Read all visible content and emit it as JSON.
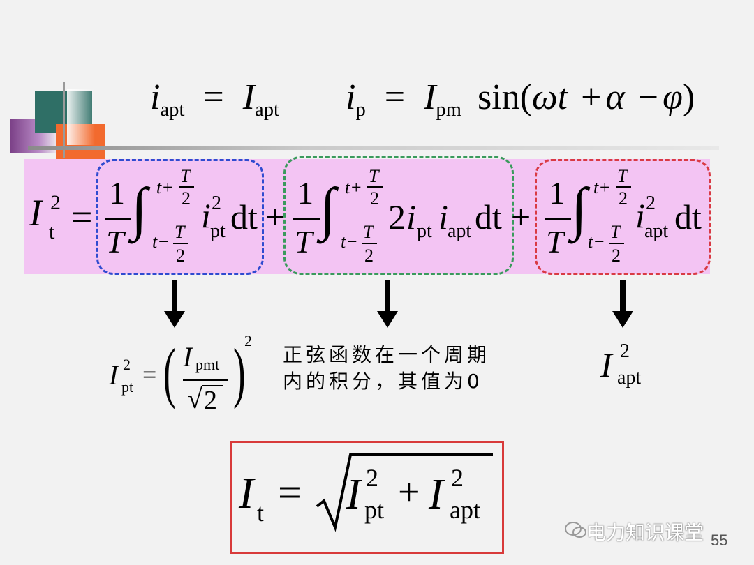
{
  "formulas": {
    "top_left": {
      "lhs": "i",
      "lhs_sub": "apt",
      "eq": "=",
      "rhs": "I",
      "rhs_sub": "apt"
    },
    "top_right": {
      "lhs": "i",
      "lhs_sub": "p",
      "eq": "=",
      "rhs": "I",
      "rhs_sub": "pm",
      "func": "sin(",
      "omega": "ω",
      "t": "t",
      "plus": "+",
      "alpha": "α",
      "minus": "−",
      "phi": "φ",
      "close": ")"
    },
    "main": {
      "lhs": "I",
      "lhs_sub": "t",
      "lhs_sup": "2",
      "eq": "=",
      "frac_num": "1",
      "frac_den": "T",
      "integral": "∫",
      "upper_limit": "t+",
      "lower_limit": "t−",
      "limit_T": "T",
      "limit_2": "2",
      "term1_body": "i",
      "term1_sub": "pt",
      "term1_sup": "2",
      "dt": "dt",
      "plus": "+",
      "term2_coef": "2",
      "term2_i1": "i",
      "term2_sub1": "pt",
      "term2_i2": "i",
      "term2_sub2": "apt",
      "term3_body": "i",
      "term3_sub": "apt",
      "term3_sup": "2"
    },
    "result1": {
      "lhs": "I",
      "lhs_sub": "pt",
      "lhs_sup": "2",
      "eq": "=",
      "num": "I",
      "num_sub": "pmt",
      "den_sqrt": "√",
      "den_val": "2",
      "outer_sup": "2",
      "lparen": "(",
      "rparen": ")"
    },
    "result3": {
      "base": "I",
      "sub": "apt",
      "sup": "2"
    },
    "final": {
      "lhs": "I",
      "lhs_sub": "t",
      "eq": "=",
      "sqrt": "√",
      "a": "I",
      "a_sub": "pt",
      "a_sup": "2",
      "plus": "+",
      "b": "I",
      "b_sub": "apt",
      "b_sup": "2"
    }
  },
  "note": {
    "line1": "正弦函数在一个周期",
    "line2": "内的积分，其值为0"
  },
  "watermark": "电力知识课堂",
  "page_number": "55",
  "colors": {
    "pink_band": "#f3c4f3",
    "box_blue": "#2f4bd0",
    "box_green": "#3a9a5c",
    "box_red": "#d93a44",
    "result_border": "#d83a3a",
    "teal": "#2f6f66",
    "orange": "#f26a2e",
    "purple": "#7a3f86"
  }
}
